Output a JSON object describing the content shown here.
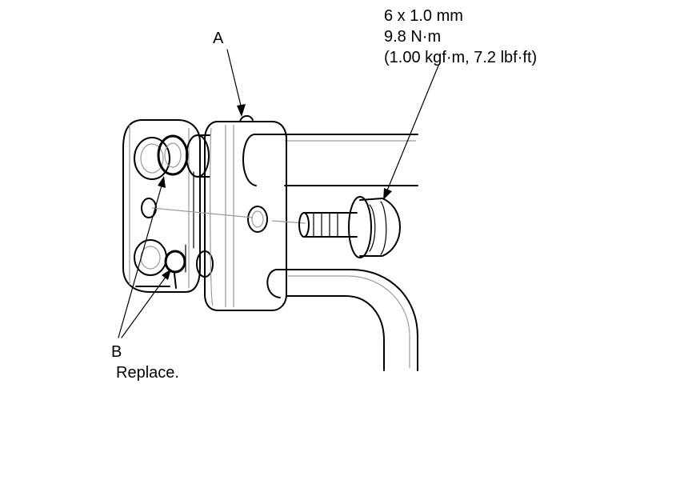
{
  "labels": {
    "part_a": "A",
    "part_b": "B",
    "part_b_note": "Replace.",
    "bolt_size": "6 x 1.0 mm",
    "bolt_torque_nm": "9.8 N·m",
    "bolt_torque_alt": "(1.00 kgf·m, 7.2 lbf·ft)"
  }
}
